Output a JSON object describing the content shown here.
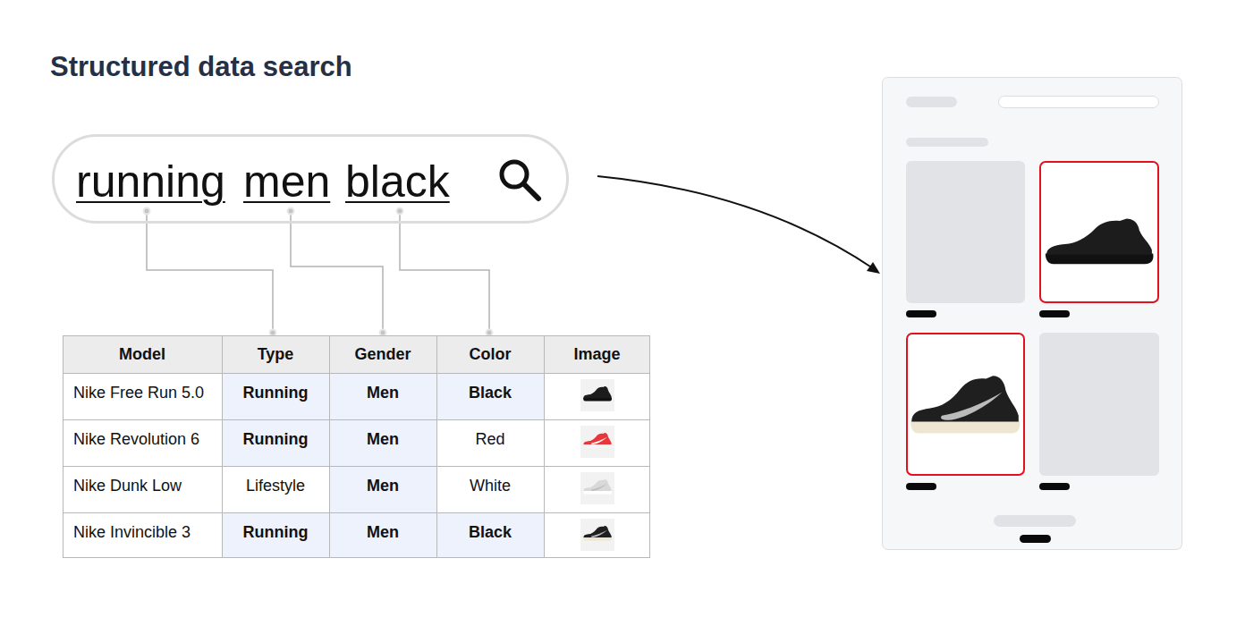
{
  "diagram": {
    "title": "Structured data search",
    "nodes": [
      {
        "text": [
          "running",
          "men",
          "black"
        ]
      }
    ],
    "labels": [
      "Model",
      "Type",
      "Gender",
      "Color",
      "Image",
      "Nike Free Run 5.0",
      "Running",
      "Men",
      "Black",
      "Nike Revolution 6",
      "Running",
      "Men",
      "Red",
      "Nike Dunk Low",
      "Lifestyle",
      "Men",
      "White",
      "Nike Invincible 3",
      "Running",
      "Men",
      "Black"
    ]
  }
}
